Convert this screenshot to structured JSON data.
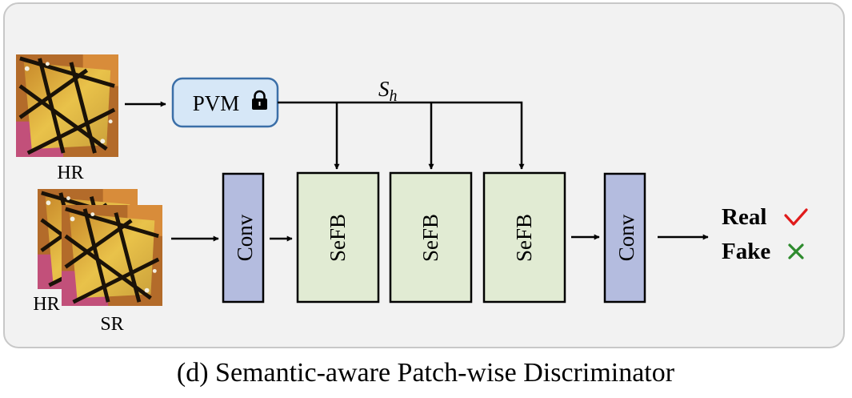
{
  "pvm": {
    "label": "PVM",
    "lock_icon": "lock-icon"
  },
  "feature_label": {
    "base": "S",
    "sub": "h"
  },
  "inputs": {
    "hr_top_label": "HR",
    "hr_stack_label": "HR",
    "sr_stack_label": "SR"
  },
  "conv_label": "Conv",
  "sefb_label": "SeFB",
  "outputs": {
    "real": {
      "label": "Real",
      "icon": "check-icon",
      "color": "#e01b1b"
    },
    "fake": {
      "label": "Fake",
      "icon": "cross-icon",
      "color": "#2e8b2e"
    }
  },
  "caption": "(d) Semantic-aware Patch-wise Discriminator",
  "colors": {
    "panel_bg": "#f2f2f2",
    "panel_border": "#c8c8c8",
    "pvm_fill": "#d6e7f7",
    "pvm_stroke": "#3b6fa8",
    "conv_fill": "#b4bcdf",
    "sefb_fill": "#e1ebd3"
  }
}
